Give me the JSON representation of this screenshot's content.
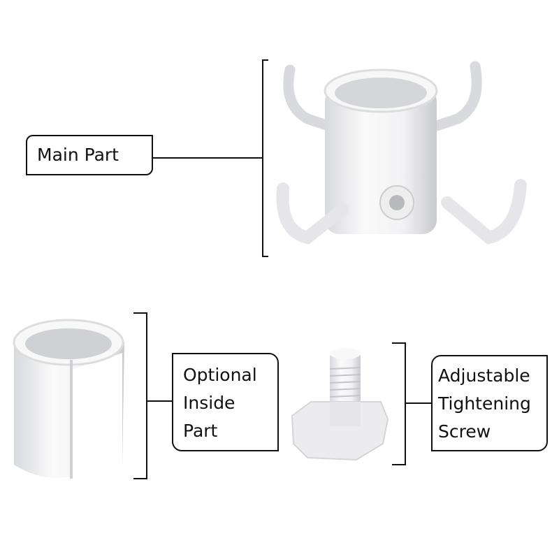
{
  "labels": {
    "main_part": "Main Part",
    "optional_inside_part": [
      "Optional",
      "Inside",
      "Part"
    ],
    "tightening_screw": [
      "Adjustable",
      "Tightening",
      "Screw"
    ]
  },
  "colors": {
    "line": "#111111",
    "plastic": "#f4f4f6",
    "shadow": "#c9cace"
  }
}
